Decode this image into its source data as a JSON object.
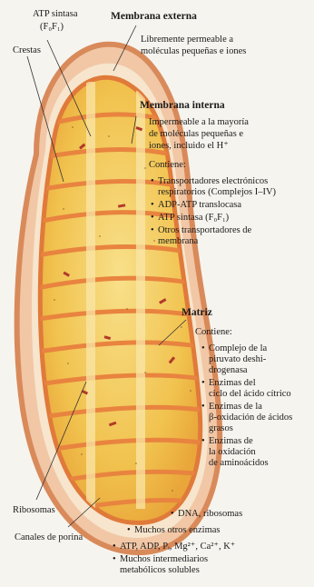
{
  "labels": {
    "atp_sintasa_top": "ATP sintasa",
    "atp_sintasa_top_formula": "(F₀F₁)",
    "crestas": "Crestas",
    "ribosomas": "Ribosomas",
    "canales_porina": "Canales de porina"
  },
  "membrana_externa": {
    "title": "Membrana externa",
    "desc": [
      "Libremente permeable a",
      "moléculas pequeñas e iones"
    ]
  },
  "membrana_interna": {
    "title": "Membrana interna",
    "desc": [
      "Impermeable a la mayoría",
      "de moléculas pequeñas e",
      "iones, incluido el H⁺"
    ],
    "contiene": "Contiene:",
    "items": [
      "Transportadores electrónicos\nrespiratorios (Complejos I–IV)",
      "ADP-ATP translocasa",
      "ATP sintasa (F₀F₁)",
      "Otros transportadores de\nmembrana"
    ]
  },
  "matriz": {
    "title": "Matriz",
    "contiene": "Contiene:",
    "items": [
      "Complejo de la\npiruvato deshi-\ndrogenasa",
      "Enzimas del\nciclo del ácido cítrico",
      "Enzimas de la\nβ-oxidación de ácidos\ngrasos",
      "Enzimas de\nla oxidación\nde aminoácidos",
      "DNA, ribosomas",
      "Muchos otros enzimas",
      "ATP, ADP, Pᵢ, Mg²⁺, Ca²⁺, K⁺",
      "Muchos intermediarios\nmetabólicos solubles"
    ]
  },
  "colors": {
    "outer_membrane": "#e8a27a",
    "inner_membrane": "#e07a3a",
    "matrix": "#f3c95c",
    "intermembrane": "#f7e4c8",
    "ribosome": "#b23a2a"
  }
}
